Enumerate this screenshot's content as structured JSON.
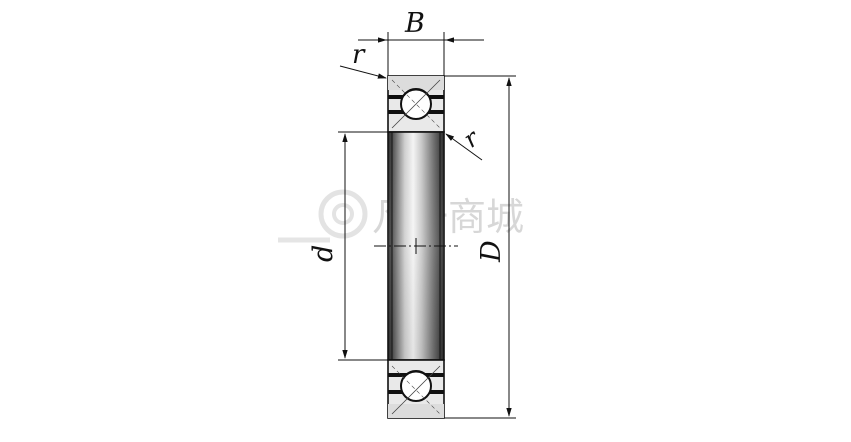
{
  "diagram": {
    "labels": {
      "width": "B",
      "radius_top": "r",
      "radius_inner": "r",
      "bore": "d",
      "outer": "D"
    },
    "watermark": "凡一商城"
  }
}
